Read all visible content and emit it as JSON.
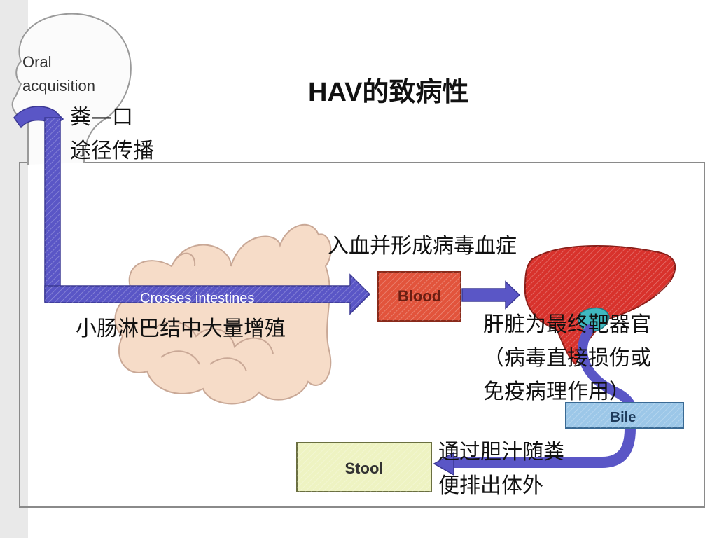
{
  "slide": {
    "title": "HAV的致病性"
  },
  "figure": {
    "head_label": [
      "Oral",
      "acquisition"
    ],
    "intestine_arrow_label": "Crosses intestines",
    "blood_box_label": "Blood",
    "bile_box_label": "Bile",
    "stool_box_label": "Stool"
  },
  "annotations": {
    "fecal_oral": [
      "粪—口",
      "途径传播"
    ],
    "intestine": "小肠淋巴结中大量增殖",
    "blood": "入血并形成病毒血症",
    "liver": [
      "肝脏为最终靶器官",
      "（病毒直接损伤或",
      "免疫病理作用）"
    ],
    "excretion": [
      "通过胆汁随粪",
      "便排出体外"
    ]
  },
  "colors": {
    "pathway_arrow": "#5a56c6",
    "blood_box": "#e2543c",
    "liver": "#d8322c",
    "gallbladder": "#3fb8c0",
    "bile_box": "#9cc7e8",
    "stool_box": "#eef3c2",
    "intestine": "#f6dcc8"
  }
}
